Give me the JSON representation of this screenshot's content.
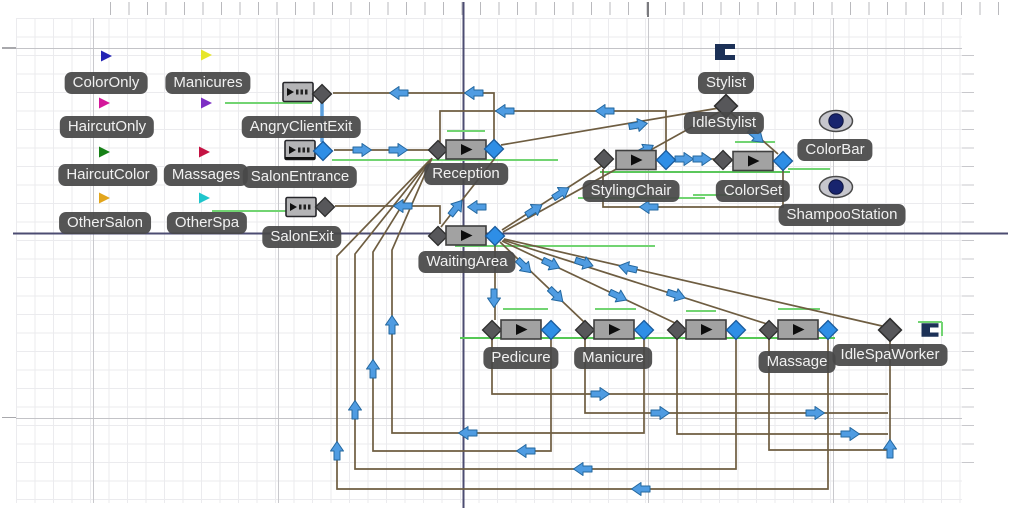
{
  "canvas": {
    "background": "#ffffff",
    "grid_minor_color": "#ebebee",
    "grid_major_color": "#c9c9cd",
    "axis_color": "#4c4c72",
    "connector_color": "#6e5d41",
    "presentation_line_color": "#72d472",
    "arrow_fill": "#4f9ce2",
    "port_diamond_gray": "#57575a",
    "port_diamond_blue": "#2e8ee6"
  },
  "flags": [
    {
      "label": "ColorOnly",
      "color": "#2323b4"
    },
    {
      "label": "HaircutOnly",
      "color": "#d4169a"
    },
    {
      "label": "HaircutColor",
      "color": "#168016"
    },
    {
      "label": "OtherSalon",
      "color": "#e2a51c"
    },
    {
      "label": "Manicures",
      "color": "#e6e62a"
    },
    {
      "label": null,
      "color": "#7d2fc4"
    },
    {
      "label": "Massages",
      "color": "#c41343"
    },
    {
      "label": "OtherSpa",
      "color": "#1fc6cc"
    }
  ],
  "io_blocks": [
    {
      "label": "AngryClientExit",
      "type": "sink-icon"
    },
    {
      "label": "SalonEntrance",
      "type": "source-icon"
    },
    {
      "label": "SalonExit",
      "type": "sink-icon"
    }
  ],
  "service_blocks": [
    {
      "label": "Reception"
    },
    {
      "label": "WaitingArea"
    },
    {
      "label": "StylingChair"
    },
    {
      "label": "ColorSet"
    },
    {
      "label": "Pedicure"
    },
    {
      "label": "Manicure"
    },
    {
      "label": null
    },
    {
      "label": "Massage"
    }
  ],
  "resources": [
    {
      "label": "Stylist",
      "icon": "worker-icon"
    },
    {
      "label": "IdleStylist",
      "icon": "diamond-icon"
    },
    {
      "label": "IdleSpaWorker",
      "icon": "worker-icon"
    }
  ],
  "displays": [
    {
      "label": "ColorBar",
      "icon": "eye-icon"
    },
    {
      "label": "ShampooStation",
      "icon": "eye-icon"
    }
  ]
}
